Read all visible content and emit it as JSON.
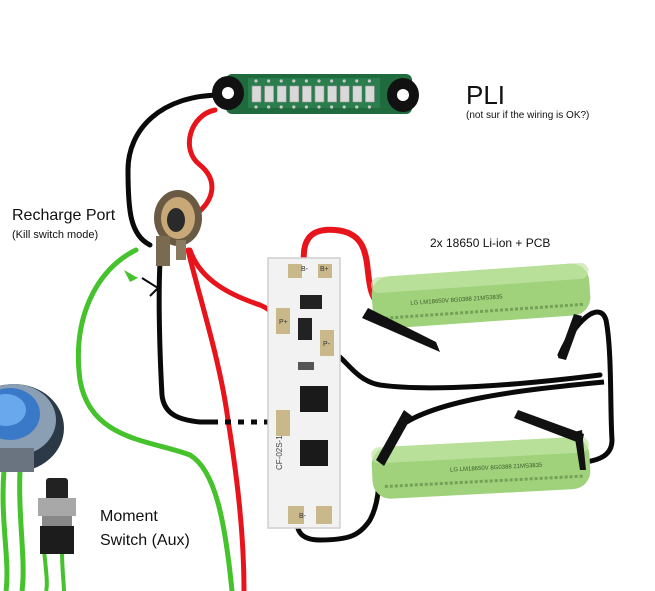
{
  "labels": {
    "pli_title": "PLI",
    "pli_note": "(not sur if the wiring is OK?)",
    "recharge_title": "Recharge Port",
    "recharge_note": "(Kill switch mode)",
    "battery_label": "2x 18650 Li-ion + PCB",
    "moment_line1": "Moment",
    "moment_line2": "Switch (Aux)"
  },
  "pcb": {
    "text": "CF-02S-1",
    "pads": [
      "B+",
      "P+",
      "B-",
      "P-",
      "B-"
    ]
  },
  "cells": {
    "top_print": "LG LM18650V 8G0388 21MS3835",
    "bottom_print": "LG LM18650V 8G0388 21MS3835"
  },
  "colors": {
    "wire_red": "#e8141c",
    "wire_black": "#0a0a0a",
    "wire_green": "#45c22c",
    "cell_green": "#9fd27a",
    "pcb_white": "#f2f2f2",
    "pli_board": "#1f6b3e"
  },
  "icons": {
    "switch_ring": "metal-push-button-icon",
    "moment_switch": "momentary-switch-icon",
    "recharge_jack": "barrel-jack-icon"
  }
}
